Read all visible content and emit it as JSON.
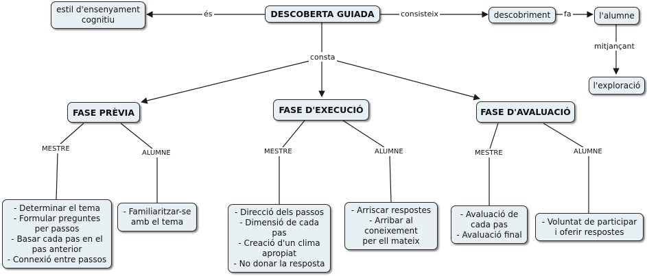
{
  "nodes": {
    "root": "DESCOBERTA GUIADA",
    "estil": "estil d'ensenyament\ncognitiu",
    "descobriment": "descobriment",
    "alumne_top": "l'alumne",
    "exploracio": "l'exploració",
    "fase_previa": "FASE PRÈVIA",
    "fase_execucio": "FASE D'EXECUCIÓ",
    "fase_avaluacio": "FASE D'AVALUACIÓ",
    "previa_mestre_box": "- Determinar el tema\n- Formular preguntes\nper passos\n- Basar cada pas en el\npas anterior\n- Connexió entre passos",
    "previa_alumne_box": "- Familiaritzar-se\namb el tema",
    "execucio_mestre_box": "- Direcció dels passos\n- Dimensió de cada\npas\n- Creació d'un clima\napropiat\n- No donar la resposta",
    "execucio_alumne_box": "- Arriscar respostes\n- Arribar al\nconeixement\nper ell mateix",
    "avaluacio_mestre_box": "- Avaluació de\ncada pas\n- Avaluació final",
    "avaluacio_alumne_box": "- Voluntat de participar\ni oferir respostes"
  },
  "links": {
    "es": "és",
    "consisteix": "consisteix",
    "fa": "fa",
    "mitjancant": "mitjançant",
    "consta": "consta",
    "mestre_1": "MESTRE",
    "alumne_1": "ALUMNE",
    "mestre_2": "MESTRE",
    "alumne_2": "ALUMNE",
    "mestre_3": "MESTRE",
    "alumne_3": "ALUMNE"
  },
  "colors": {
    "node_fill": "#e8f0f4",
    "line": "#1a1a1a"
  }
}
